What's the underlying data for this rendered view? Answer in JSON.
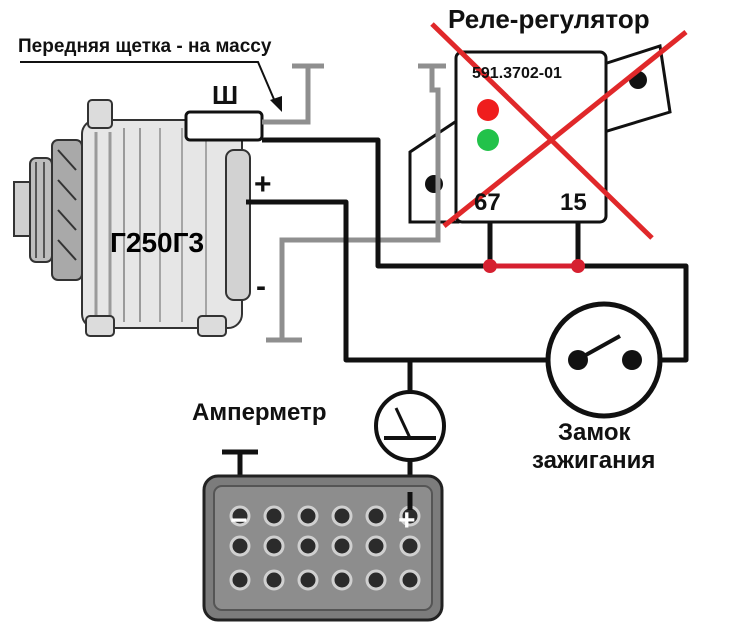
{
  "labels": {
    "front_brush": "Передняя щетка - на массу",
    "brush_terminal": "Ш",
    "plus_terminal": "+",
    "minus_terminal": "-",
    "generator": "Г250Г3",
    "regulator_title": "Реле-регулятор",
    "regulator_model": "591.3702-01",
    "pin_67": "67",
    "pin_15": "15",
    "ammeter": "Амперметр",
    "ignition_line1": "Замок",
    "ignition_line2": "зажигания",
    "battery_minus": "−",
    "battery_plus": "+"
  },
  "colors": {
    "wire": "#111111",
    "ground_wire": "#8f8f8f",
    "crossout": "#e0282a",
    "jumper": "#d62030",
    "indicator_red": "#ef1d1d",
    "indicator_green": "#22c24a"
  }
}
